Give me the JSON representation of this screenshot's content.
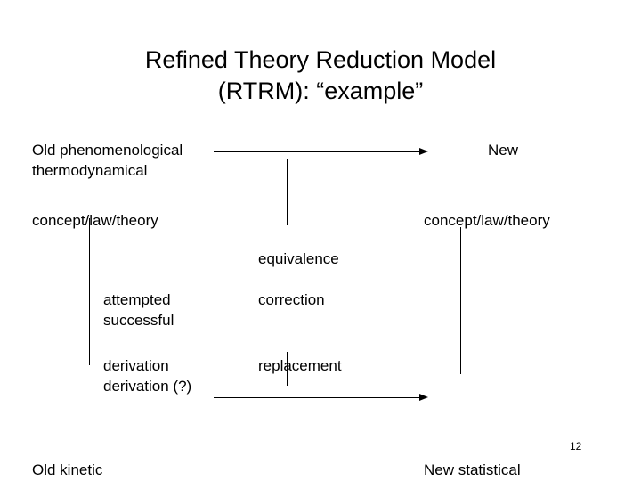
{
  "slide": {
    "title_line1": "Refined Theory Reduction Model",
    "title_line2": "(RTRM): “example”",
    "page_number": "12",
    "left_column": {
      "old_phenomenological": "Old phenomenological\nthermodynamical",
      "concept_law_theory": "concept/law/theory",
      "old_kinetic": "Old kinetic"
    },
    "right_column": {
      "new_label": "New",
      "concept_law_theory": "concept/law/theory",
      "new_statistical": "New statistical"
    },
    "center_column": {
      "equivalence": "equivalence",
      "attempted_successful": "attempted\nsuccessful",
      "correction": "correction",
      "derivation": "derivation\nderivation (?)",
      "replacement": "replacement"
    },
    "colors": {
      "text": "#000000",
      "background": "#ffffff",
      "line": "#000000"
    }
  }
}
